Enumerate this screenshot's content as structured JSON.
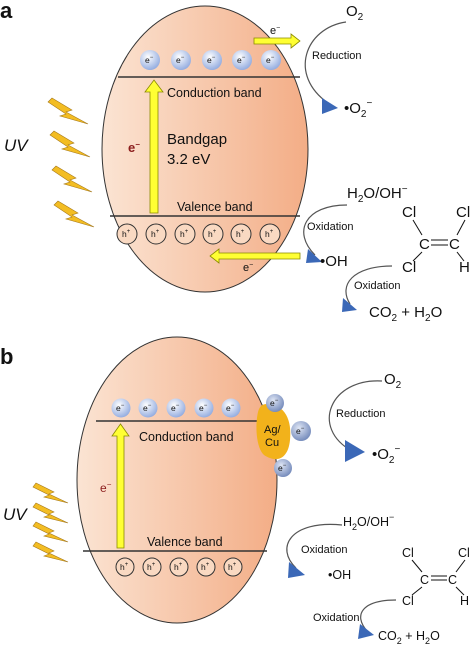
{
  "colors": {
    "particle_light": "#fbe4d3",
    "particle_dark": "#f3ad86",
    "arrow_yellow": "#ffff33",
    "arrow_outline": "#8a8a00",
    "uv_bolt": "#f3bd23",
    "triangle": "#3b68b7",
    "electron_ball": "#aec2ec",
    "cocatalyst": "#f2b21b",
    "e_red": "#8b1c1c"
  },
  "panel_a": {
    "letter": "a",
    "uv_label": "UV",
    "conduction_band": "Conduction band",
    "valence_band": "Valence band",
    "bandgap_line1": "Bandgap",
    "bandgap_line2": "3.2 eV",
    "excited_electron": "e",
    "electron_symbol": "e",
    "hole_symbol": "h",
    "charge_minus": "−",
    "charge_plus": "+",
    "arrow_top_label": "e",
    "arrow_bottom_label": "e",
    "o2": "O",
    "o2_sub": "2",
    "reduction": "Reduction",
    "superoxide_dot": "•O",
    "superoxide_sub": "2",
    "superoxide_sup": "−",
    "water": "H",
    "water_sub": "2",
    "water_rest": "O/OH",
    "water_sup": "−",
    "oxidation_1": "Oxidation",
    "hydroxyl": "•OH",
    "oxidation_2": "Oxidation",
    "products": {
      "co": "CO",
      "co_sub": "2",
      "plus": " + H",
      "h_sub": "2",
      "o": "O"
    },
    "tce": {
      "cl_top_left": "Cl",
      "cl_top_right": "Cl",
      "cl_bottom_left": "Cl",
      "h_bottom_right": "H",
      "c_left": "C",
      "c_right": "C"
    }
  },
  "panel_b": {
    "letter": "b",
    "uv_label": "UV",
    "conduction_band": "Conduction band",
    "valence_band": "Valence band",
    "excited_electron": "e",
    "electron_symbol": "e",
    "hole_symbol": "h",
    "charge_minus": "−",
    "charge_plus": "+",
    "cocatalyst_line1": "Ag/",
    "cocatalyst_line2": "Cu",
    "o2": "O",
    "o2_sub": "2",
    "reduction": "Reduction",
    "superoxide_dot": "•O",
    "superoxide_sub": "2",
    "superoxide_sup": "−",
    "water": "H",
    "water_sub": "2",
    "water_rest": "O/OH",
    "water_sup": "−",
    "oxidation_1": "Oxidation",
    "hydroxyl": "•OH",
    "oxidation_2": "Oxidation",
    "products": {
      "co": "CO",
      "co_sub": "2",
      "plus": " + H",
      "h_sub": "2",
      "o": "O"
    },
    "tce": {
      "cl_top_left": "Cl",
      "cl_top_right": "Cl",
      "cl_bottom_left": "Cl",
      "h_bottom_right": "H",
      "c_left": "C",
      "c_right": "C"
    }
  }
}
